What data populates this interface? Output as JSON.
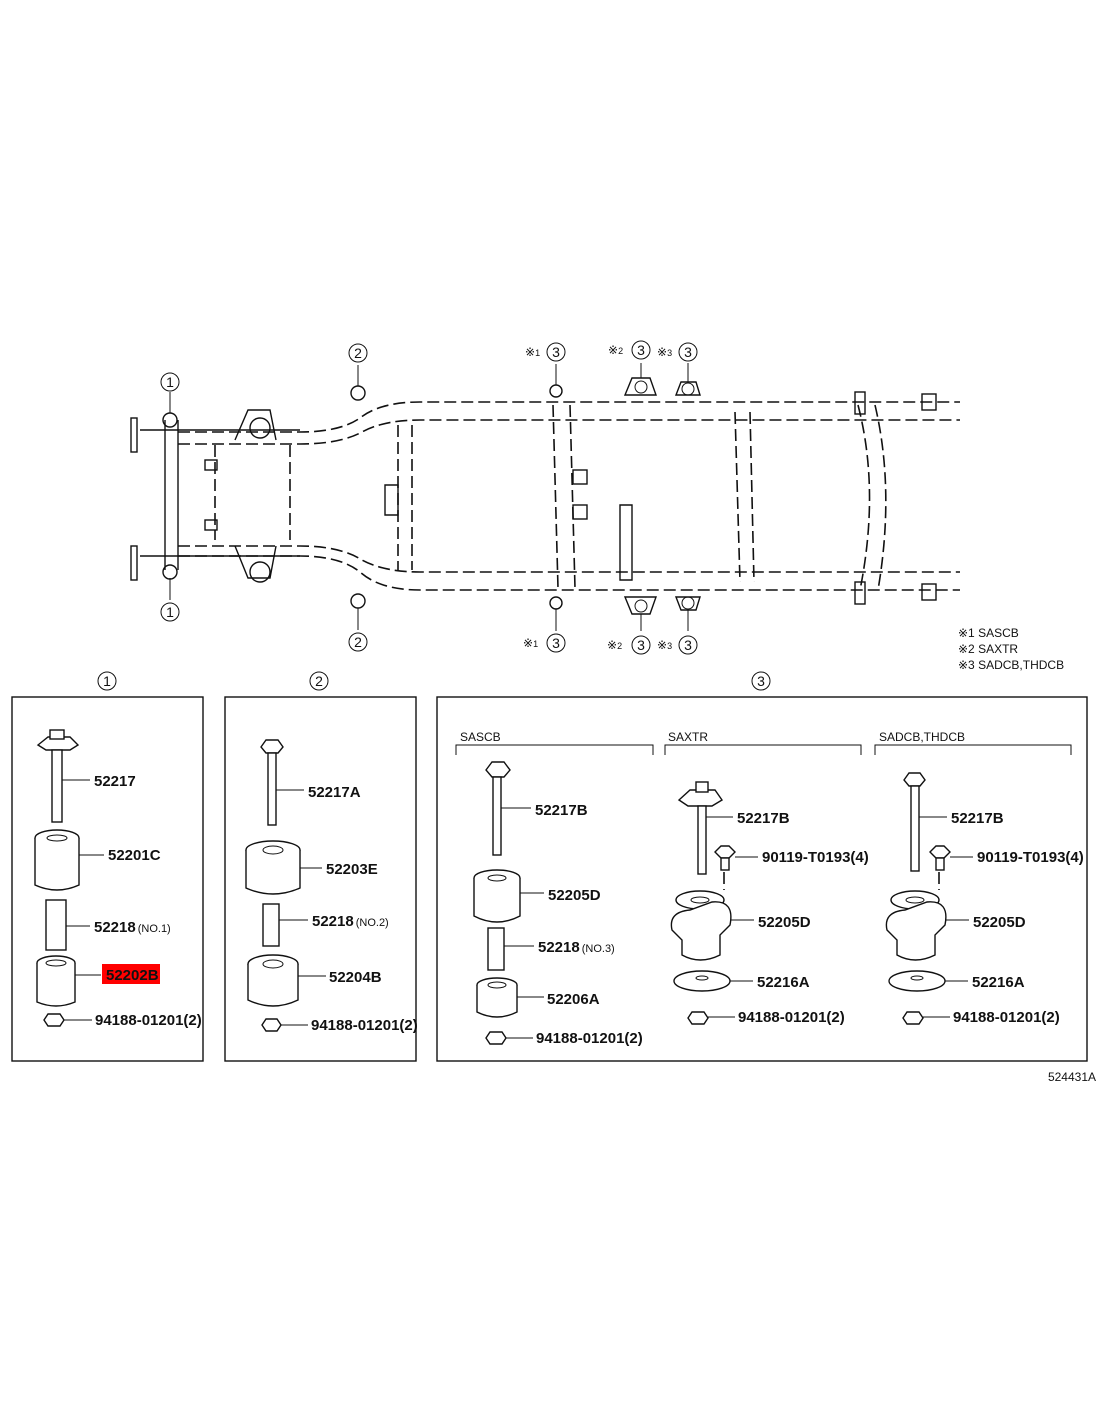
{
  "callouts": {
    "one": "1",
    "two": "2",
    "three": "3"
  },
  "notes": {
    "mark": "※",
    "m1": "1",
    "m2": "2",
    "m3": "3",
    "note1": "※1 SASCB",
    "note2": "※2 SAXTR",
    "note3": "※3 SADCB,THDCB"
  },
  "groups": {
    "g1": {
      "callout": "1",
      "parts": {
        "bolt": "52217",
        "upper_cushion": "52201C",
        "spacer": "52218",
        "spacer_note": "(NO.1)",
        "lower_cushion": "52202B",
        "nut": "94188-01201(2)"
      }
    },
    "g2": {
      "callout": "2",
      "parts": {
        "bolt": "52217A",
        "upper_cushion": "52203E",
        "spacer": "52218",
        "spacer_note": "(NO.2)",
        "lower_cushion": "52204B",
        "nut": "94188-01201(2)"
      }
    },
    "g3": {
      "callout": "3",
      "sub1": {
        "title": "SASCB",
        "bolt": "52217B",
        "upper_cushion": "52205D",
        "spacer": "52218",
        "spacer_note": "(NO.3)",
        "lower_cushion": "52206A",
        "nut": "94188-01201(2)"
      },
      "sub2": {
        "title": "SAXTR",
        "bolt": "52217B",
        "screw": "90119-T0193(4)",
        "cushion": "52205D",
        "washer": "52216A",
        "nut": "94188-01201(2)"
      },
      "sub3": {
        "title": "SADCB,THDCB",
        "bolt": "52217B",
        "screw": "90119-T0193(4)",
        "cushion": "52205D",
        "washer": "52216A",
        "nut": "94188-01201(2)"
      }
    }
  },
  "highlight_part": "52202B",
  "highlight_color": "#ff0000",
  "diagram_id": "524431A"
}
